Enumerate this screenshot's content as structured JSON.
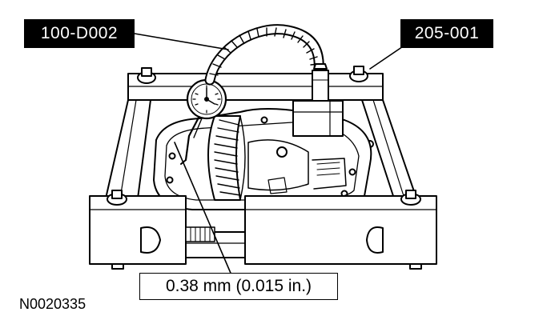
{
  "figure": {
    "tool_labels": {
      "dial_indicator_tool": "100-D002",
      "fixture_tool": "205-001"
    },
    "measurement_label": "0.38 mm (0.015 in.)",
    "figure_id": "N0020335"
  },
  "colors": {
    "ink": "#000000",
    "paper": "#ffffff"
  }
}
